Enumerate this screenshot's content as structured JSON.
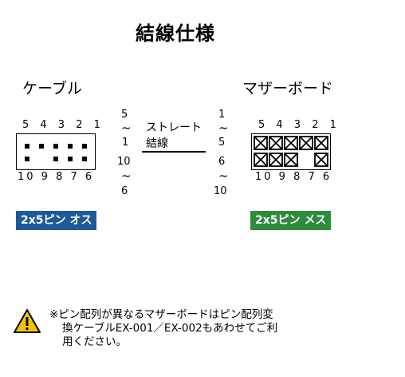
{
  "title": "結線仕様",
  "cable": {
    "label": "ケーブル",
    "top_pins": "5 4 3 2 1",
    "bottom_pins": "10 9 8 7 6",
    "badge": "2x5ピン オス",
    "badge_color": "#1c5a9a"
  },
  "motherboard": {
    "label": "マザーボード",
    "top_pins": "5 4 3 2 1",
    "bottom_pins": "10 9 8 7 6",
    "badge": "2x5ピン メス",
    "badge_color": "#2e8b3b"
  },
  "wiring": {
    "line1": "ストレート",
    "line2": "結線",
    "left": {
      "a": "5",
      "b": "1",
      "c": "10",
      "d": "6"
    },
    "right": {
      "a": "1",
      "b": "5",
      "c": "6",
      "d": "10"
    },
    "tilde": "~"
  },
  "note": {
    "line1": "※ピン配列が異なるマザーボードはピン配列変",
    "line2": "換ケーブルEX-001／EX-002もあわせてご利",
    "line3": "用ください。",
    "icon": "warning-triangle-icon"
  }
}
